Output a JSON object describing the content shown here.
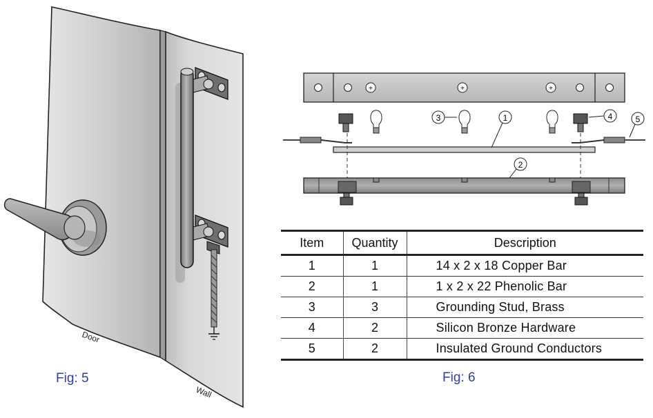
{
  "fig5": {
    "caption": "Fig: 5",
    "door_label": "Door",
    "wall_label": "Wall"
  },
  "fig6": {
    "caption": "Fig: 6",
    "callouts": [
      "1",
      "2",
      "3",
      "4",
      "5"
    ],
    "table": {
      "headers": [
        "Item",
        "Quantity",
        "Description"
      ],
      "rows": [
        [
          "1",
          "1",
          "14 x 2 x 18 Copper Bar"
        ],
        [
          "2",
          "1",
          "1 x 2 x 22 Phenolic Bar"
        ],
        [
          "3",
          "3",
          "Grounding Stud, Brass"
        ],
        [
          "4",
          "2",
          "Silicon Bronze Hardware"
        ],
        [
          "5",
          "2",
          "Insulated Ground Conductors"
        ]
      ]
    }
  },
  "colors": {
    "caption": "#2e3f9e",
    "door_fill": "#cfcfcf",
    "wall_fill": "#d8d8d8",
    "bar_fill": "#c4c4c4",
    "phenolic_fill": "#a9a9a9"
  }
}
